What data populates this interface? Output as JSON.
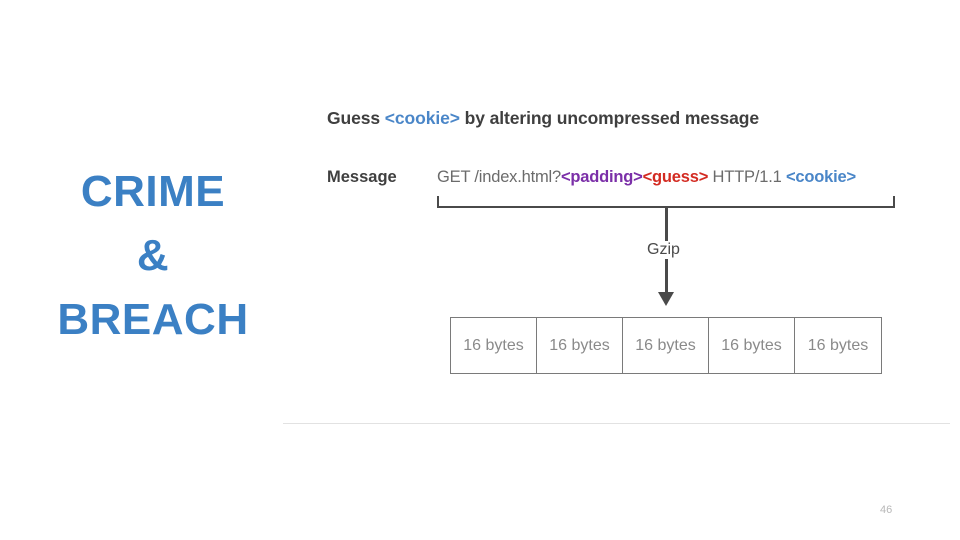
{
  "slide": {
    "title_lines": [
      "CRIME",
      "&",
      "BREACH"
    ],
    "page_number": "46",
    "accent_color": "#3b80c4"
  },
  "diagram": {
    "heading": {
      "prefix": "Guess ",
      "highlight": "<cookie>",
      "suffix": " by altering uncompressed message",
      "highlight_color": "#4a86c8"
    },
    "message_row": {
      "label": "Message",
      "segments": [
        {
          "text": "GET /index.html?",
          "kind": "plain",
          "color": "#6b6b6b"
        },
        {
          "text": "<padding>",
          "kind": "padding",
          "color": "#7b2fa8"
        },
        {
          "text": "<guess>",
          "kind": "guess",
          "color": "#d32b22"
        },
        {
          "text": " HTTP/1.1 ",
          "kind": "plain",
          "color": "#6b6b6b"
        },
        {
          "text": "<cookie>",
          "kind": "cookie",
          "color": "#4a86c8"
        }
      ]
    },
    "transform": {
      "label": "Gzip"
    },
    "output_blocks": {
      "cells": [
        "16 bytes",
        "16 bytes",
        "16 bytes",
        "16 bytes",
        "16 bytes"
      ]
    }
  }
}
